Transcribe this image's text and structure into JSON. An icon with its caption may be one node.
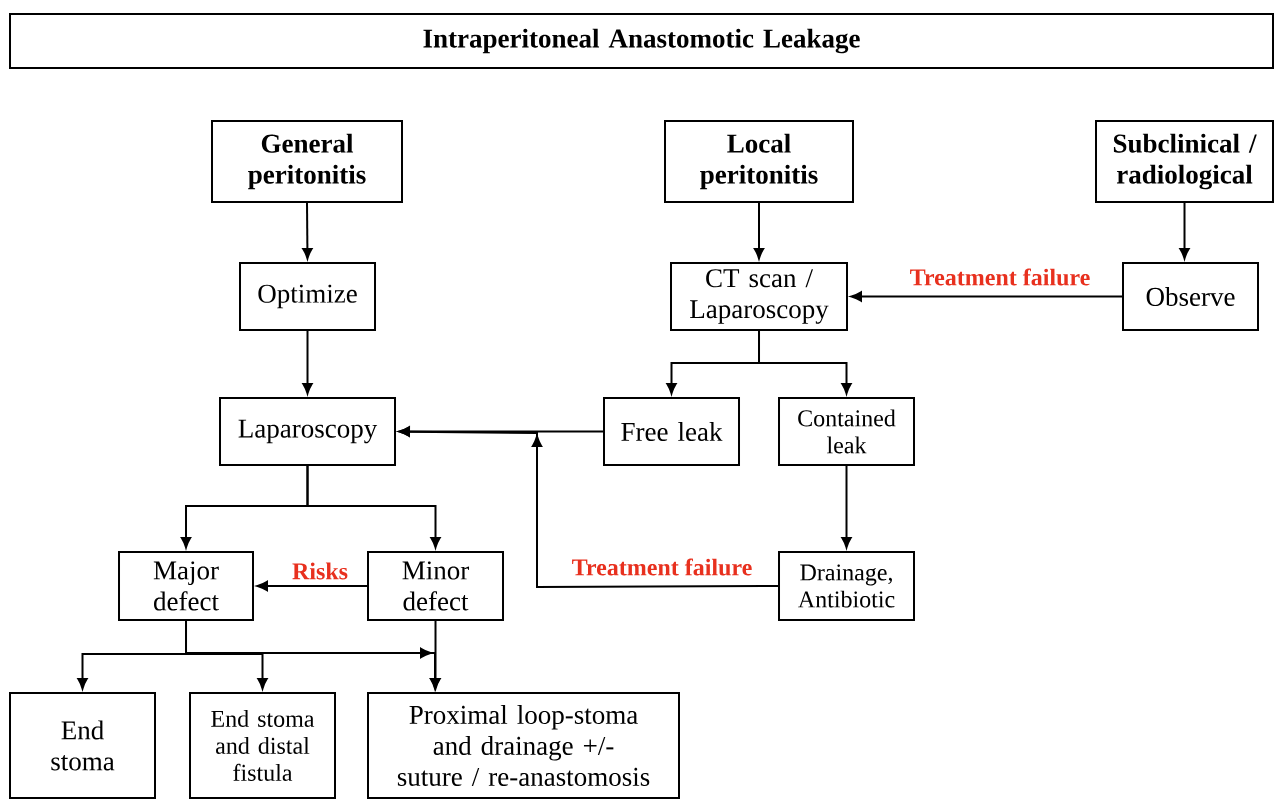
{
  "diagram": {
    "nodes": [
      {
        "text": [
          "Intraperitoneal Anastomotic Leakage"
        ]
      },
      {
        "text": [
          "General peritonitis"
        ]
      },
      {
        "text": [
          "Local peritonitis"
        ]
      },
      {
        "text": [
          "Subclinical / radiological"
        ]
      },
      {
        "text": [
          "Optimize"
        ]
      },
      {
        "text": [
          "CT scan / Laparoscopy"
        ]
      },
      {
        "text": [
          "Observe"
        ]
      },
      {
        "text": [
          "Laparoscopy"
        ]
      },
      {
        "text": [
          "Free leak"
        ]
      },
      {
        "text": [
          "Contained leak"
        ]
      },
      {
        "text": [
          "Major defect"
        ]
      },
      {
        "text": [
          "Minor defect"
        ]
      },
      {
        "text": [
          "Drainage, Antibiotic"
        ]
      },
      {
        "text": [
          "End stoma"
        ]
      },
      {
        "text": [
          "End stoma and distal fistula"
        ]
      },
      {
        "text": [
          "Proximal loop-stoma and drainage +/- suture / re-anastomosis"
        ]
      }
    ],
    "edges": [
      {
        "from": 1,
        "to": 4,
        "arrow": "to"
      },
      {
        "from": 4,
        "to": 7,
        "arrow": "to"
      },
      {
        "from": 2,
        "to": 5,
        "arrow": "to"
      },
      {
        "from": 3,
        "to": 6,
        "arrow": "to"
      },
      {
        "from": 6,
        "to": 5,
        "arrow": "to",
        "label": "Treatment failure"
      },
      {
        "from": 5,
        "to": 8,
        "arrow": "to"
      },
      {
        "from": 5,
        "to": 9,
        "arrow": "to"
      },
      {
        "from": 8,
        "to": 7,
        "arrow": "to"
      },
      {
        "from": 9,
        "to": 12,
        "arrow": "to"
      },
      {
        "from": 12,
        "to": 7,
        "arrow": "to",
        "label": "Treatment failure"
      },
      {
        "from": 7,
        "to": 10,
        "arrow": "to"
      },
      {
        "from": 7,
        "to": 11,
        "arrow": "to"
      },
      {
        "from": 11,
        "to": 10,
        "arrow": "to",
        "label": "Risks"
      },
      {
        "from": 10,
        "to": 13,
        "arrow": "to"
      },
      {
        "from": 10,
        "to": 14,
        "arrow": "to"
      },
      {
        "from": 10,
        "to": 15,
        "arrow": "to"
      },
      {
        "from": 11,
        "to": 15,
        "arrow": "to"
      }
    ]
  }
}
